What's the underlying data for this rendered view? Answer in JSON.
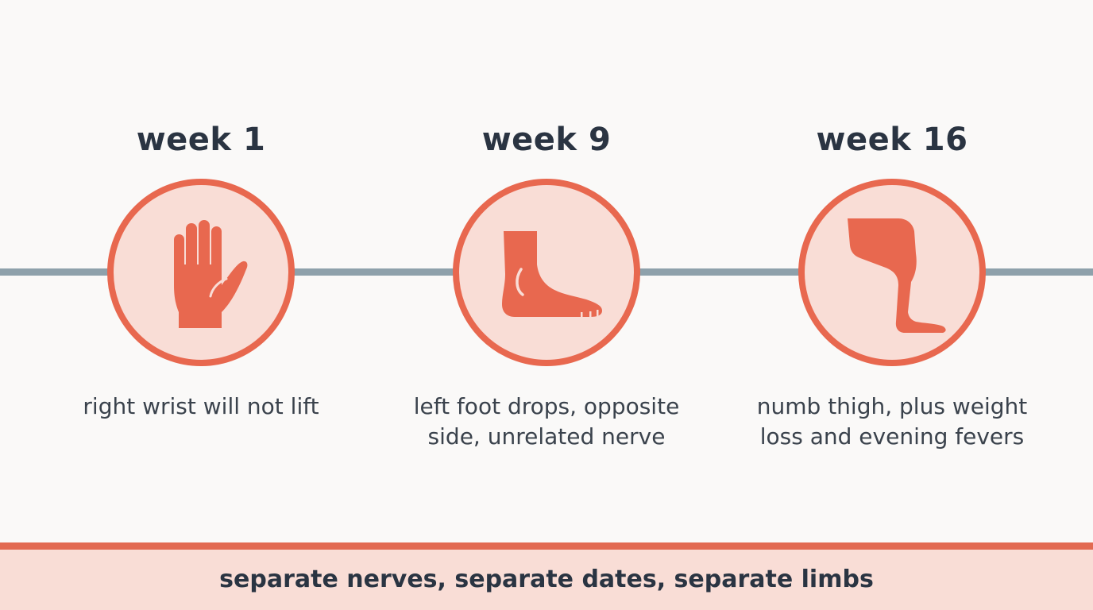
{
  "stages": [
    {
      "week": "week 1",
      "icon": "hand-icon",
      "caption_lines": [
        "right wrist will not lift"
      ]
    },
    {
      "week": "week 9",
      "icon": "foot-icon",
      "caption_lines": [
        "left foot drops, opposite",
        "side, unrelated nerve"
      ]
    },
    {
      "week": "week 16",
      "icon": "leg-icon",
      "caption_lines": [
        "numb thigh, plus weight",
        "loss and evening fevers"
      ]
    }
  ],
  "footer": {
    "text": "separate nerves, separate dates, separate limbs"
  },
  "colors": {
    "accent": "#e8684f",
    "circle_fill": "#f9ddd6",
    "timeline": "#8ea1ab",
    "text_dark": "#2a3442",
    "background": "#faf9f8"
  }
}
